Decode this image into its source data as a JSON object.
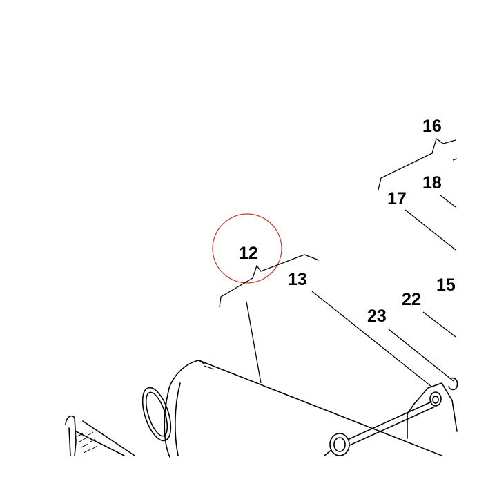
{
  "diagram": {
    "callouts": {
      "c12": "12",
      "c13": "13",
      "c15": "15",
      "c16": "16",
      "c17": "17",
      "c18": "18",
      "c22": "22",
      "c23": "23"
    },
    "colors": {
      "line": "#000000",
      "background": "#ffffff",
      "highlight_circle": "#c0392b"
    }
  }
}
